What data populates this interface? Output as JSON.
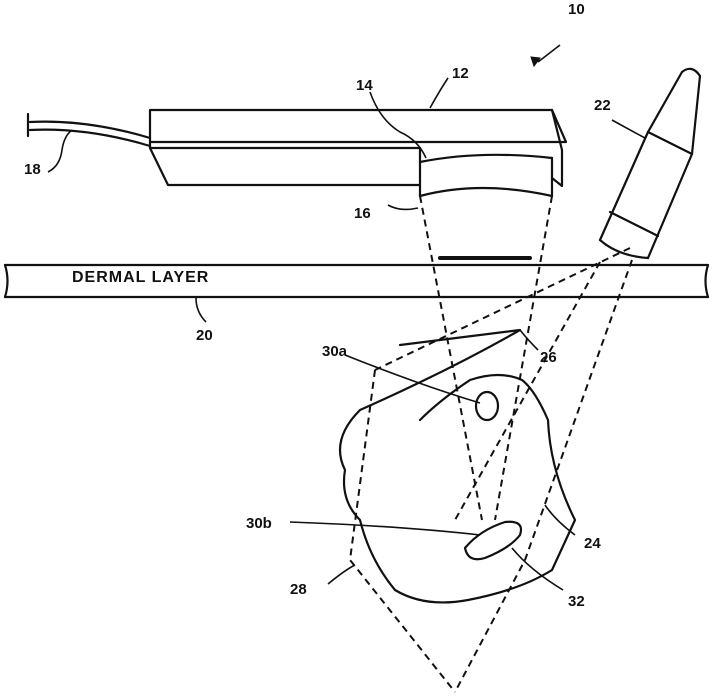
{
  "colors": {
    "ink": "#111111",
    "background": "#ffffff"
  },
  "labels": {
    "fig_ref": "10",
    "probe_housing": "12",
    "array_top": "14",
    "array_bottom": "16",
    "cable": "18",
    "dermal_layer_ref": "20",
    "needle": "22",
    "region": "24",
    "scan_plane": "26",
    "tissue_outline": "28",
    "target_a": "30a",
    "target_b": "30b",
    "tip": "32",
    "dermal_layer_text": "DERMAL LAYER"
  }
}
